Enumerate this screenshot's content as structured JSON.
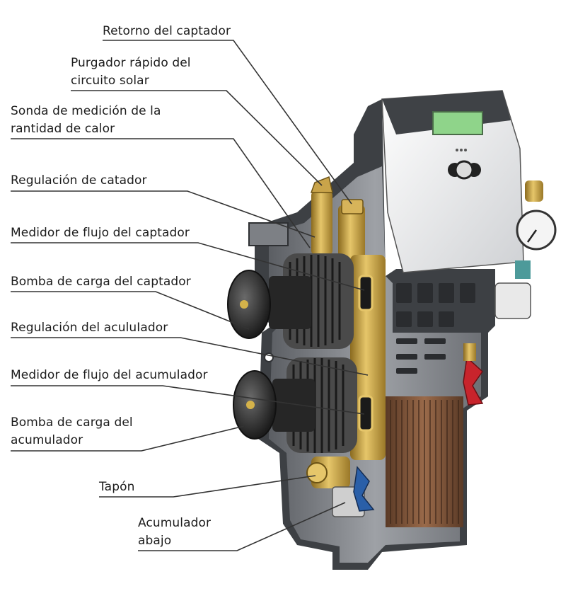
{
  "labels": {
    "retorno_captador": "Retorno del captador",
    "purgador": "Purgador rápido del\ncircuito solar",
    "sonda": "Sonda de medición de la\nrantidad de calor",
    "regulacion_catador": "Regulación de catador",
    "medidor_captador": "Medidor de flujo del captador",
    "bomba_captador": "Bomba de carga del captador",
    "regulacion_aculador": "Regulación del aculuIador",
    "medidor_acumulador": "Medidor de flujo del acumulador",
    "bomba_acumulador": "Bomba de carga del\nacumulador",
    "tapon": "Tapón",
    "acumulador_abajo": "Acumulador\nabajo"
  },
  "colors": {
    "housing": "#8c8f93",
    "housing_dark": "#3a3c40",
    "controller": "#f2f2f2",
    "display": "#8fd48a",
    "brass": "#c9a44a",
    "pump": "#2e2e2e",
    "heat_exchanger": "#7a4f35",
    "valve_red": "#c8242c",
    "valve_blue": "#2a5fa8",
    "leader": "#333333"
  }
}
